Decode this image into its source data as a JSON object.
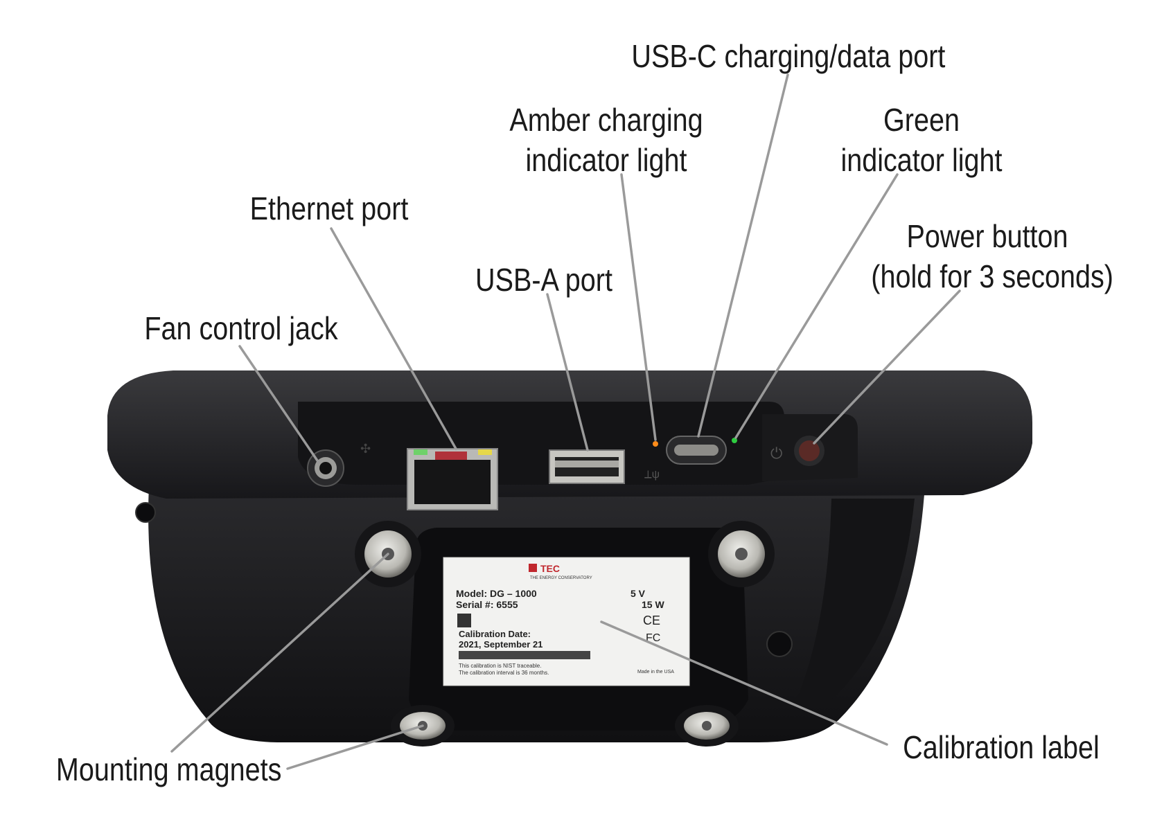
{
  "callouts": {
    "usbc": [
      "USB-C charging/data port"
    ],
    "amber": [
      "Amber charging",
      "indicator light"
    ],
    "green": [
      "Green",
      "indicator light"
    ],
    "ethernet": [
      "Ethernet port"
    ],
    "power": [
      "Power button",
      "(hold for 3 seconds)"
    ],
    "usba": [
      "USB-A port"
    ],
    "fan": [
      "Fan control jack"
    ],
    "calibration": [
      "Calibration label"
    ],
    "magnets": [
      "Mounting magnets"
    ]
  },
  "label_plate": {
    "brand": "TEC",
    "brand_sub": "THE ENERGY CONSERVATORY",
    "model": "Model: DG – 1000",
    "serial": "Serial #: 6555",
    "voltage": "5 V",
    "power": "15 W",
    "ce_mark": "CE",
    "fcc_mark": "FC",
    "calibration_title": "Calibration Date:",
    "calibration_date": "2021, September 21",
    "note_line1": "This calibration is NIST traceable.",
    "note_line2": "The calibration interval is 36 months.",
    "origin": "Made in the USA"
  },
  "colors": {
    "leader": "#9a9a9a",
    "device_body": "#1c1c1e",
    "amber_led": "#ff8c1a",
    "green_led": "#2ecc40",
    "power_button": "#5a2a26",
    "label_background": "#f2f2f0"
  }
}
